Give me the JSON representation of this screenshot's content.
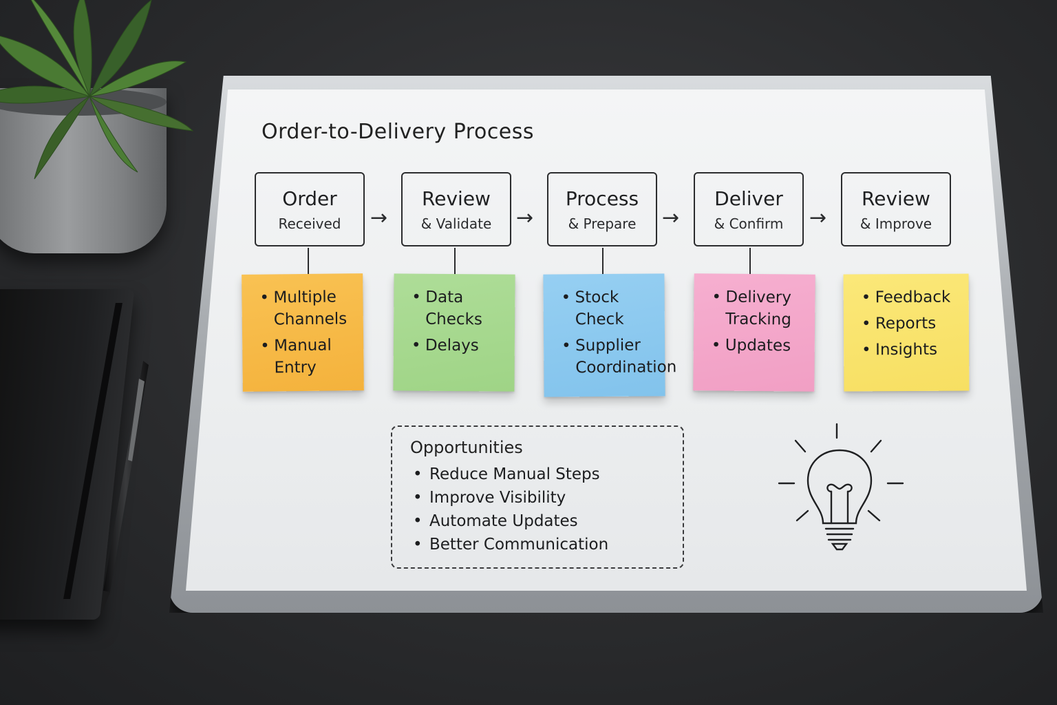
{
  "board": {
    "title": "Order-to-Delivery Process"
  },
  "steps": [
    {
      "main": "Order",
      "sub": "Received"
    },
    {
      "main": "Review",
      "sub": "& Validate"
    },
    {
      "main": "Process",
      "sub": "& Prepare"
    },
    {
      "main": "Deliver",
      "sub": "& Confirm"
    },
    {
      "main": "Review",
      "sub": "& Improve"
    }
  ],
  "arrows": [
    "→",
    "→",
    "→",
    "→"
  ],
  "notes": [
    {
      "color": "#f6b843",
      "items": [
        "Multiple Channels",
        "Manual Entry"
      ]
    },
    {
      "color": "#a6d98f",
      "items": [
        "Data Checks",
        "Delays"
      ]
    },
    {
      "color": "#8ac8ef",
      "items": [
        "Stock Check",
        "Supplier Coordination"
      ]
    },
    {
      "color": "#f4a7ca",
      "items": [
        "Delivery Tracking",
        "Updates"
      ]
    },
    {
      "color": "#f9e36d",
      "items": [
        "Feedback",
        "Reports",
        "Insights"
      ]
    }
  ],
  "opportunities": {
    "title": "Opportunities",
    "items": [
      "Reduce Manual Steps",
      "Improve Visibility",
      "Automate Updates",
      "Better Communication"
    ]
  },
  "icons": {
    "idea": "lightbulb-icon"
  }
}
